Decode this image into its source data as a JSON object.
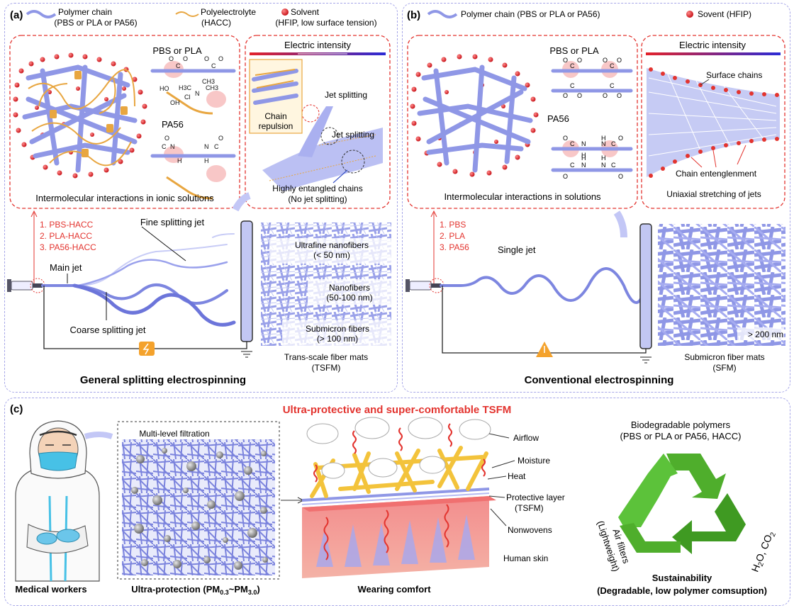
{
  "panel_a": {
    "tag": "(a)",
    "legend": {
      "polymer_line1": "Polymer chain",
      "polymer_line2": "(PBS or PLA or PA56)",
      "polyelectrolyte_line1": "Polyelectrolyte",
      "polyelectrolyte_line2": "(HACC)",
      "solvent_line1": "Solvent",
      "solvent_line2": "(HFIP, low surface tension)"
    },
    "mol_box": {
      "title": "PBS or PLA",
      "pa56": "PA56",
      "caption": "Intermolecular interactions in ionic solutions",
      "chem_labels": [
        "O",
        "C",
        "O",
        "O",
        "C",
        "O",
        "HO",
        "OH",
        "N",
        "H3C",
        "CH3",
        "CH3",
        "Cl",
        "N",
        "H",
        "C",
        "O",
        "H",
        "N",
        "C",
        "O"
      ]
    },
    "elec_box": {
      "title": "Electric intensity",
      "chain_repulsion_1": "Chain",
      "chain_repulsion_2": "repulsion",
      "jet_split_1": "Jet splitting",
      "jet_split_2": "Jet splitting",
      "entangled_1": "Highly entangled chains",
      "entangled_2": "(No jet splitting)"
    },
    "list": [
      "1. PBS-HACC",
      "2. PLA-HACC",
      "3. PA56-HACC"
    ],
    "fine_jet": "Fine splitting jet",
    "main_jet": "Main jet",
    "coarse_jet": "Coarse splitting jet",
    "fibers": {
      "ultrafine_1": "Ultrafine nanofibers",
      "ultrafine_2": "(< 50 nm)",
      "nano_1": "Nanofibers",
      "nano_2": "(50-100 nm)",
      "submicron_1": "Submicron fibers",
      "submicron_2": "(> 100 nm)"
    },
    "mat_1": "Trans-scale fiber mats",
    "mat_2": "(TSFM)",
    "title": "General splitting electrospinning"
  },
  "panel_b": {
    "tag": "(b)",
    "legend": {
      "polymer": "Polymer chain (PBS or PLA or PA56)",
      "solvent": "Sovent (HFIP)"
    },
    "mol_box": {
      "title": "PBS or PLA",
      "pa56": "PA56",
      "caption": "Intermolecular interactions in solutions",
      "chem_labels": [
        "O",
        "C",
        "O",
        "O",
        "C",
        "O",
        "O",
        "C",
        "O",
        "O",
        "C",
        "O",
        "O",
        "C",
        "N",
        "H",
        "H",
        "N",
        "C",
        "O",
        "O",
        "C",
        "N",
        "H",
        "H",
        "N",
        "C",
        "O"
      ]
    },
    "elec_box": {
      "title": "Electric intensity",
      "surface": "Surface chains",
      "entangle": "Chain entenglenment",
      "caption": "Uniaxial stretching of jets"
    },
    "list": [
      "1. PBS",
      "2. PLA",
      "3. PA56"
    ],
    "single_jet": "Single jet",
    "size_label": "> 200 nm",
    "mat_1": "Submicron fiber mats",
    "mat_2": "(SFM)",
    "title": "Conventional electrospinning"
  },
  "panel_c": {
    "tag": "(c)",
    "title": "Ultra-protective and super-comfortable TSFM",
    "medical": "Medical workers",
    "multi": "Multi-level filtration",
    "ultra_prefix": "Ultra-protection (PM",
    "pm_low": "0.3",
    "pm_mid": "~PM",
    "pm_high": "3.0",
    "ultra_suffix": ")",
    "comfort": "Wearing comfort",
    "labels": {
      "airflow": "Airflow",
      "moisture": "Moisture",
      "heat": "Heat",
      "protective_1": "Protective layer",
      "protective_2": "(TSFM)",
      "nonwovens": "Nonwovens",
      "skin": "Human skin"
    },
    "bio_1": "Biodegradable polymers",
    "bio_2": "(PBS or PLA or PA56, HACC)",
    "air_1": "Air filters",
    "air_2": "(Lightweight)",
    "h2o_prefix": "H",
    "h2o_sub": "2",
    "h2o_mid": "O, CO",
    "co2_sub": "2",
    "sust_1": "Sustainability",
    "sust_2": "(Degradable, low polymer comsuption)"
  },
  "colors": {
    "fiber": "#8f97e6",
    "red": "#e3342f",
    "orange": "#e8a640",
    "dash_border": "#a6a6e8",
    "green": "#4fae2c",
    "yellow_fiber": "#f3c33b"
  }
}
